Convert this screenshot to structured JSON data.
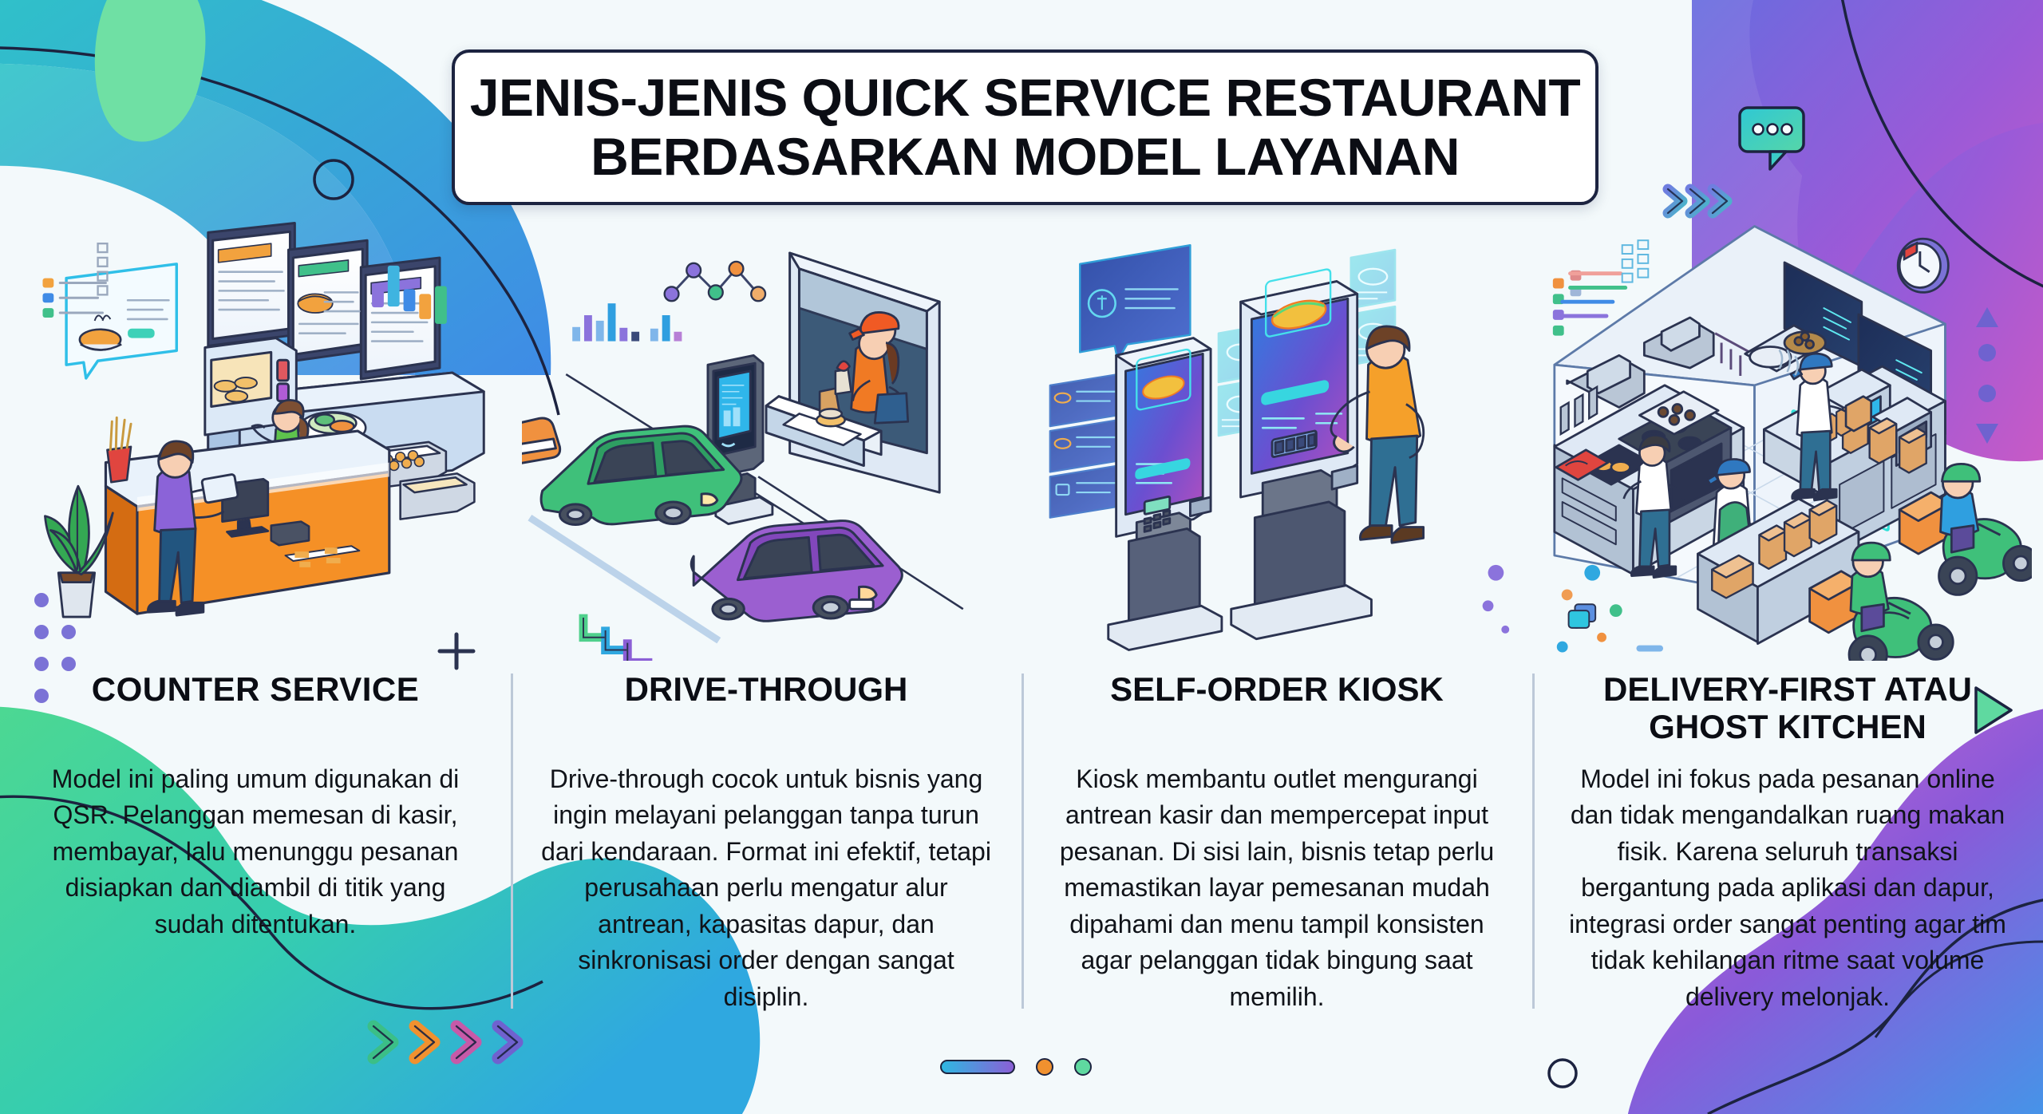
{
  "meta": {
    "language": "Indonesian",
    "background_color": "#eff7fa",
    "accent_colors": {
      "blue": "#2f8fe0",
      "teal": "#2ec6c6",
      "green": "#5fd9a0",
      "orange": "#f0912f",
      "purple": "#8b5fd6",
      "magenta": "#c65aa8",
      "ink": "#1c2340"
    }
  },
  "title": {
    "line1": "JENIS-JENIS QUICK SERVICE RESTAURANT",
    "line2": "BERDASARKAN MODEL LAYANAN"
  },
  "columns": [
    {
      "id": "counter-service",
      "heading": "COUNTER SERVICE",
      "body": "Model ini paling umum digunakan di QSR. Pelanggan memesan di kasir, membayar, lalu menunggu pesanan disiapkan dan diambil di titik yang sudah ditentukan.",
      "illustration": "qsr-counter-cashier-scene"
    },
    {
      "id": "drive-through",
      "heading": "DRIVE-THROUGH",
      "body": "Drive-through cocok untuk bisnis yang ingin melayani pelanggan tanpa turun dari kendaraan. Format ini efektif, tetapi perusahaan perlu mengatur alur antrean, kapasitas dapur, dan sinkronisasi order dengan sangat disiplin.",
      "illustration": "drive-through-cars-window-scene"
    },
    {
      "id": "self-order-kiosk",
      "heading": "SELF-ORDER KIOSK",
      "body": "Kiosk membantu outlet mengurangi antrean kasir dan mempercepat input pesanan. Di sisi lain, bisnis tetap perlu memastikan layar pemesanan mudah dipahami dan menu tampil konsisten agar pelanggan tidak bingung saat memilih.",
      "illustration": "self-order-kiosk-terminals-scene"
    },
    {
      "id": "delivery-first-ghost-kitchen",
      "heading": "DELIVERY-FIRST ATAU GHOST KITCHEN",
      "body": "Model ini fokus pada pesanan online dan tidak mengandalkan ruang makan fisik. Karena seluruh transaksi bergantung pada aplikasi dan dapur, integrasi order sangat penting agar tim tidak kehilangan ritme saat volume delivery melonjak.",
      "illustration": "ghost-kitchen-delivery-riders-scene"
    }
  ],
  "decorations": {
    "pager": {
      "active_label": "slide-1-active",
      "dots": [
        "orange",
        "green"
      ]
    },
    "chevrons_bottom_left": [
      "#3bbf87",
      "#f0912f",
      "#c65aa8",
      "#6f62cf"
    ],
    "chevrons_top_right": [
      "#5b7ee0",
      "#5b7ee0",
      "#5b7ee0"
    ],
    "chat_bubble_dots": 3
  }
}
